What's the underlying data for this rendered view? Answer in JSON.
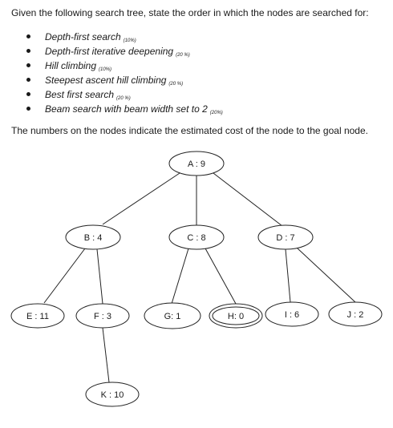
{
  "intro": "Given the following search tree, state the order in which the nodes are searched for:",
  "tasks": [
    {
      "label": "Depth-first search",
      "percent": "(10%)"
    },
    {
      "label": "Depth-first iterative deepening",
      "percent": "(20 %)"
    },
    {
      "label": "Hill climbing",
      "percent": "(10%)"
    },
    {
      "label": "Steepest ascent hill climbing",
      "percent": "(20 %)"
    },
    {
      "label": "Best first search",
      "percent": "(20 %)"
    },
    {
      "label": "Beam search with beam width set to 2",
      "percent": "(20%)"
    }
  ],
  "note": "The numbers on the nodes indicate the estimated cost of the node to the goal node.",
  "tree": {
    "nodes": [
      {
        "id": "A",
        "label": "A : 9"
      },
      {
        "id": "B",
        "label": "B : 4"
      },
      {
        "id": "C",
        "label": "C : 8"
      },
      {
        "id": "D",
        "label": "D : 7"
      },
      {
        "id": "E",
        "label": "E : 11"
      },
      {
        "id": "F",
        "label": "F : 3"
      },
      {
        "id": "G",
        "label": "G: 1"
      },
      {
        "id": "H",
        "label": "H: 0",
        "goal": true
      },
      {
        "id": "I",
        "label": "I : 6"
      },
      {
        "id": "J",
        "label": "J : 2"
      },
      {
        "id": "K",
        "label": "K : 10"
      }
    ],
    "edges": [
      [
        "A",
        "B"
      ],
      [
        "A",
        "C"
      ],
      [
        "A",
        "D"
      ],
      [
        "B",
        "E"
      ],
      [
        "B",
        "F"
      ],
      [
        "C",
        "G"
      ],
      [
        "C",
        "H"
      ],
      [
        "D",
        "I"
      ],
      [
        "D",
        "J"
      ],
      [
        "F",
        "K"
      ]
    ]
  }
}
